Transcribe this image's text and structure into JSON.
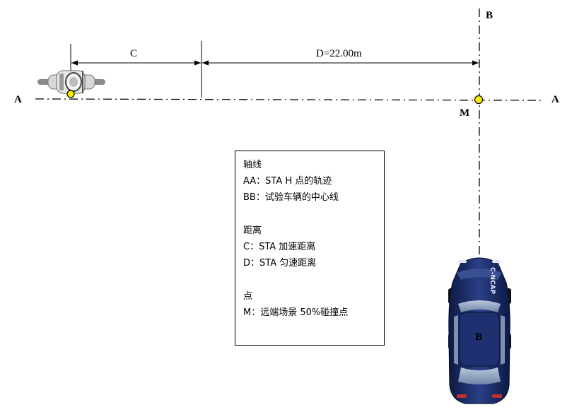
{
  "labels": {
    "axis_a_left": "A",
    "axis_a_right": "A",
    "axis_b_top": "B",
    "axis_b_car": "B",
    "point_m": "M",
    "dim_c": "C",
    "dim_d": "D=22.00m"
  },
  "legend": {
    "axis_heading": "轴线",
    "axis_aa": "AA：STA H 点的轨迹",
    "axis_bb": "BB：试验车辆的中心线",
    "distance_heading": "距离",
    "distance_c": "C：STA  加速距离",
    "distance_d": "D：STA  匀速距离",
    "point_heading": "点",
    "point_m": "M：远端场景 50%碰撞点"
  },
  "car": {
    "roof_text": "C-NCAP",
    "body_color": "#1c2c66"
  },
  "colors": {
    "marker_fill": "#ffee00",
    "line": "#000000"
  }
}
